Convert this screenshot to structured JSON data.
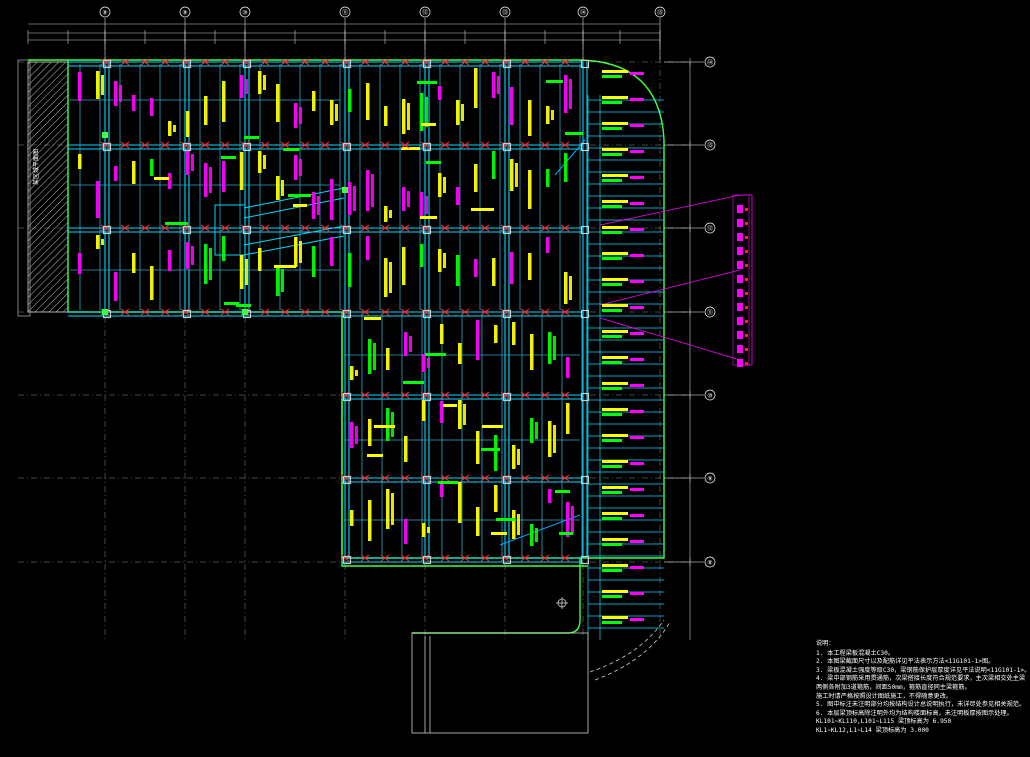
{
  "colors": {
    "background": "#000000",
    "beam": "#00d8ff",
    "column": "#ff2020",
    "outline": "#40ff40",
    "label_yellow": "#ffff00",
    "label_magenta": "#ff00ff",
    "label_green": "#00ff00",
    "axis": "#ffffff",
    "dimension": "#c8c8c8",
    "left_edge": "#00c8ff"
  },
  "top_axes": [
    "⑧",
    "⑨",
    "⑩",
    "⑪",
    "⑫",
    "⑬",
    "⑭",
    "⑮"
  ],
  "right_axes": [
    "⑭",
    "⑬",
    "⑫",
    "⑪",
    "⑩",
    "⑨",
    "⑧"
  ],
  "left_label": "某区域平面图",
  "notes": {
    "title": "说明：",
    "lines": [
      "1. 本工程梁板混凝土C30。",
      "2. 本图梁截面尺寸以及配筋详见平法表示方法<11G101-1>图。",
      "3. 梁板混凝土强度等级C30，梁钢筋保护层厚度详见平法说明<11G101-1>。",
      "4. 梁中部钢筋采用贯通筋，次梁搭接长度符合规范要求，主次梁相交处主梁",
      "   两侧各附加3道箍筋，间距50mm，箍筋直径同主梁箍筋。",
      "   施工时请严格按照设计图纸施工，不得随意更改。",
      "5. 图中标注未注明部分均按结构设计总说明执行，未详尽处参见相关规范。",
      "6. 本层梁顶标高除注明外均为结构楼面标高，未注明板厚按图示处理。",
      "   KL101~KL110,L101~L115 梁顶标高为 6.950",
      "   KL1~KL12,L1~L14 梁顶标高为 3.000"
    ]
  }
}
